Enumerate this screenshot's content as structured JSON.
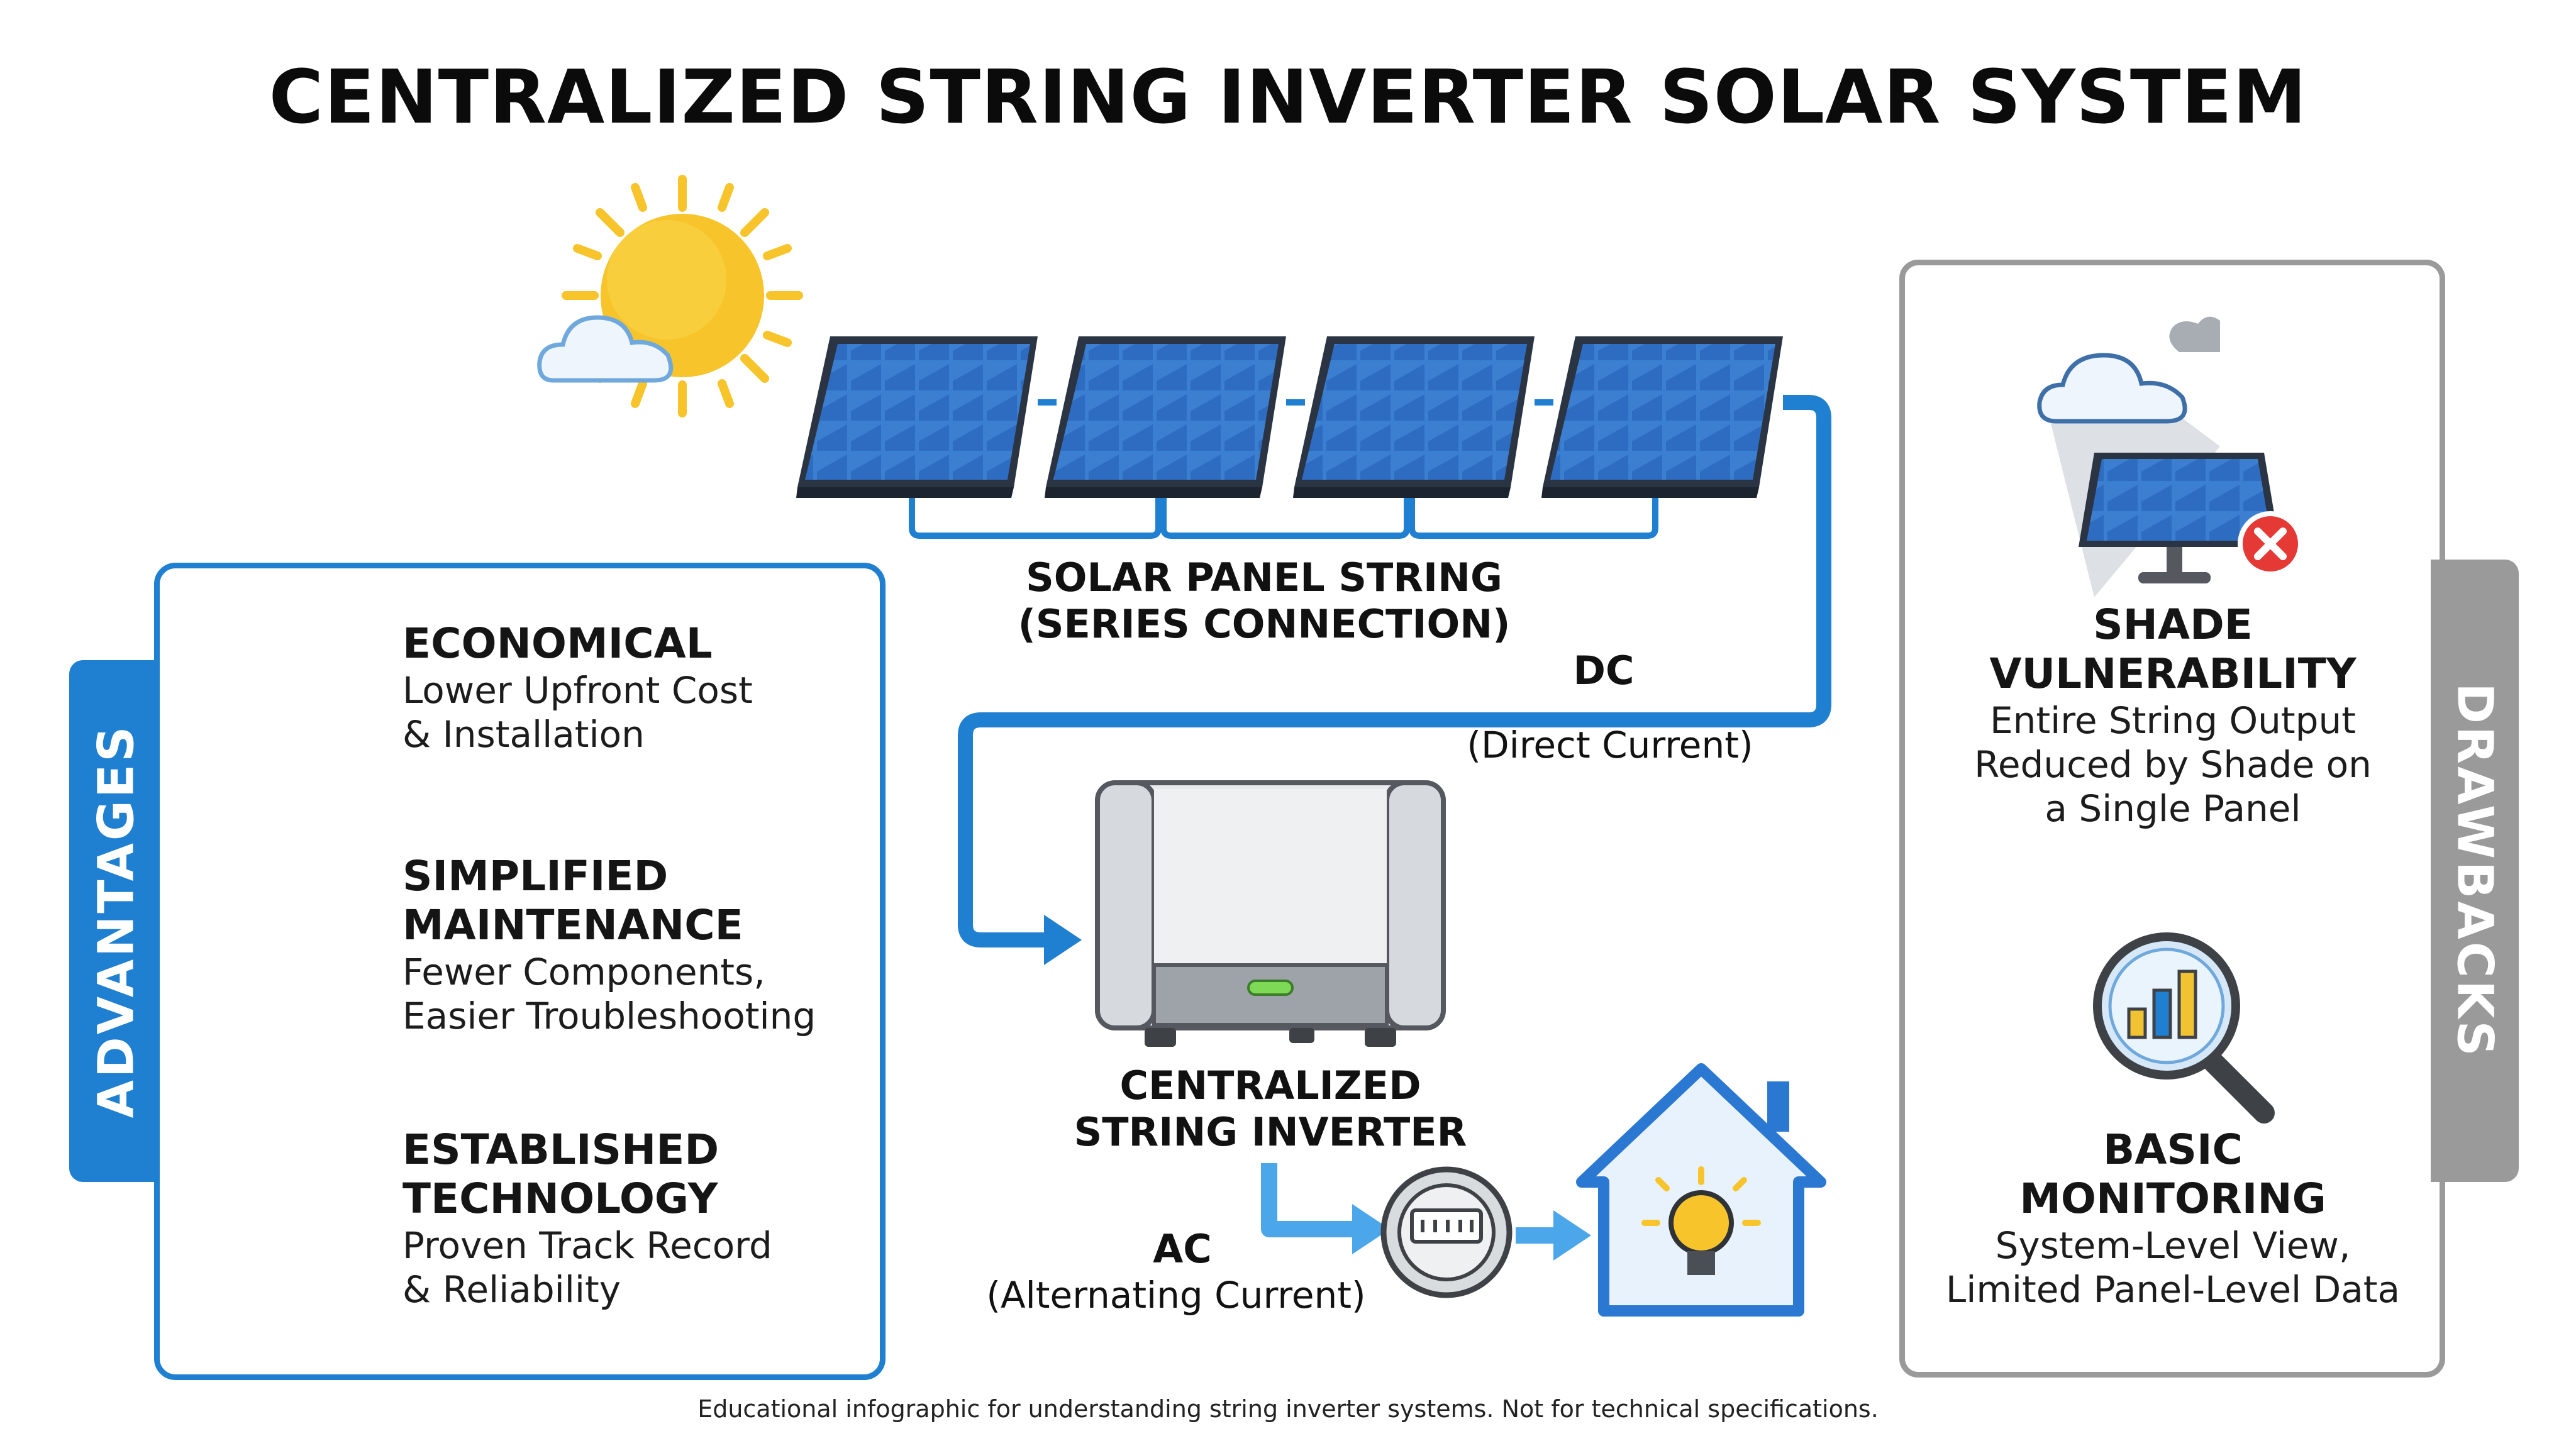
{
  "title": "CENTRALIZED STRING INVERTER SOLAR SYSTEM",
  "string_label": [
    "SOLAR PANEL STRING",
    "(SERIES CONNECTION)"
  ],
  "dc": {
    "label": "DC",
    "sub": "(Direct Current)"
  },
  "inverter_label": [
    "CENTRALIZED",
    "STRING INVERTER"
  ],
  "ac": {
    "label": "AC",
    "sub": "(Alternating Current)"
  },
  "advantages": {
    "tab": "ADVANTAGES",
    "items": [
      {
        "icon": "coins-growth-icon",
        "heading": [
          "ECONOMICAL"
        ],
        "text": [
          "Lower Upfront Cost",
          "& Installation"
        ]
      },
      {
        "icon": "gear-wrench-icon",
        "heading": [
          "SIMPLIFIED",
          "MAINTENANCE"
        ],
        "text": [
          "Fewer Components,",
          "Easier Troubleshooting"
        ]
      },
      {
        "icon": "certificate-icon",
        "heading": [
          "ESTABLISHED",
          "TECHNOLOGY"
        ],
        "text": [
          "Proven Track Record",
          "& Reliability"
        ]
      }
    ]
  },
  "drawbacks": {
    "tab": "DRAWBACKS",
    "items": [
      {
        "icon": "shaded-panel-icon",
        "heading": [
          "SHADE",
          "VULNERABILITY"
        ],
        "text": [
          "Entire String Output",
          "Reduced by Shade on",
          "a Single Panel"
        ]
      },
      {
        "icon": "magnifier-chart-icon",
        "heading": [
          "BASIC",
          "MONITORING"
        ],
        "text": [
          "System-Level View,",
          "Limited Panel-Level Data"
        ]
      }
    ]
  },
  "footer": "Educational infographic for understanding string inverter systems. Not for technical specifications.",
  "colors": {
    "accent_blue": "#1f7fd0",
    "tab_gray": "#9a9a9a",
    "sun_yellow": "#f7c52b",
    "panel_blue": "#2f6fbe"
  }
}
